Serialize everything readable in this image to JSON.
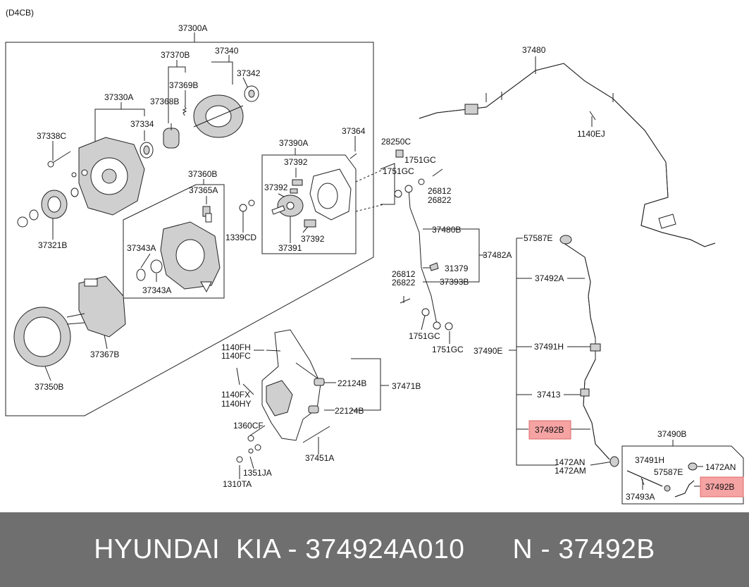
{
  "engine_code": "(D4CB)",
  "labels": {
    "l37300A": "37300A",
    "l37370B": "37370B",
    "l37340": "37340",
    "l37342": "37342",
    "l37369B": "37369B",
    "l37368B": "37368B",
    "l37330A": "37330A",
    "l37334": "37334",
    "l37338C": "37338C",
    "l37321B": "37321B",
    "l37360B": "37360B",
    "l37365A": "37365A",
    "l37343A_1": "37343A",
    "l37343A_2": "37343A",
    "l37390A": "37390A",
    "l37392_1": "37392",
    "l37392_2": "37392",
    "l37392_3": "37392",
    "l37391": "37391",
    "l1339CD": "1339CD",
    "l37364": "37364",
    "l37367B": "37367B",
    "l37350B": "37350B",
    "l28250C": "28250C",
    "l1751GC_1": "1751GC",
    "l1751GC_2": "1751GC",
    "l1751GC_3": "1751GC",
    "l1751GC_4": "1751GC",
    "l26812_1": "26812",
    "l26822_1": "26822",
    "l26812_2": "26812",
    "l26822_2": "26822",
    "l37480B": "37480B",
    "l37482A": "37482A",
    "l31379": "31379",
    "l37393B": "37393B",
    "l37480": "37480",
    "l1140EJ": "1140EJ",
    "l57587E_1": "57587E",
    "l37492A": "37492A",
    "l37491H_1": "37491H",
    "l37490E": "37490E",
    "l37413": "37413",
    "l37492B_1": "37492B",
    "l1472AN_1": "1472AN",
    "l1472AM": "1472AM",
    "l37490B": "37490B",
    "l37491H_2": "37491H",
    "l57587E_2": "57587E",
    "l1472AN_2": "1472AN",
    "l37492B_2": "37492B",
    "l37493A": "37493A",
    "l1140FH": "1140FH",
    "l1140FC": "1140FC",
    "l1140FX": "1140FX",
    "l1140HY": "1140HY",
    "l22124B_1": "22124B",
    "l22124B_2": "22124B",
    "l37471B": "37471B",
    "l1360CF": "1360CF",
    "l37451A": "37451A",
    "l1351JA": "1351JA",
    "l1310TA": "1310TA"
  },
  "highlight_color": "#f5a3a3",
  "footer": {
    "brand": "HYUNDAI  KIA - 374924A010",
    "part_number": "N - 37492B",
    "background": "#6f6f6f"
  }
}
